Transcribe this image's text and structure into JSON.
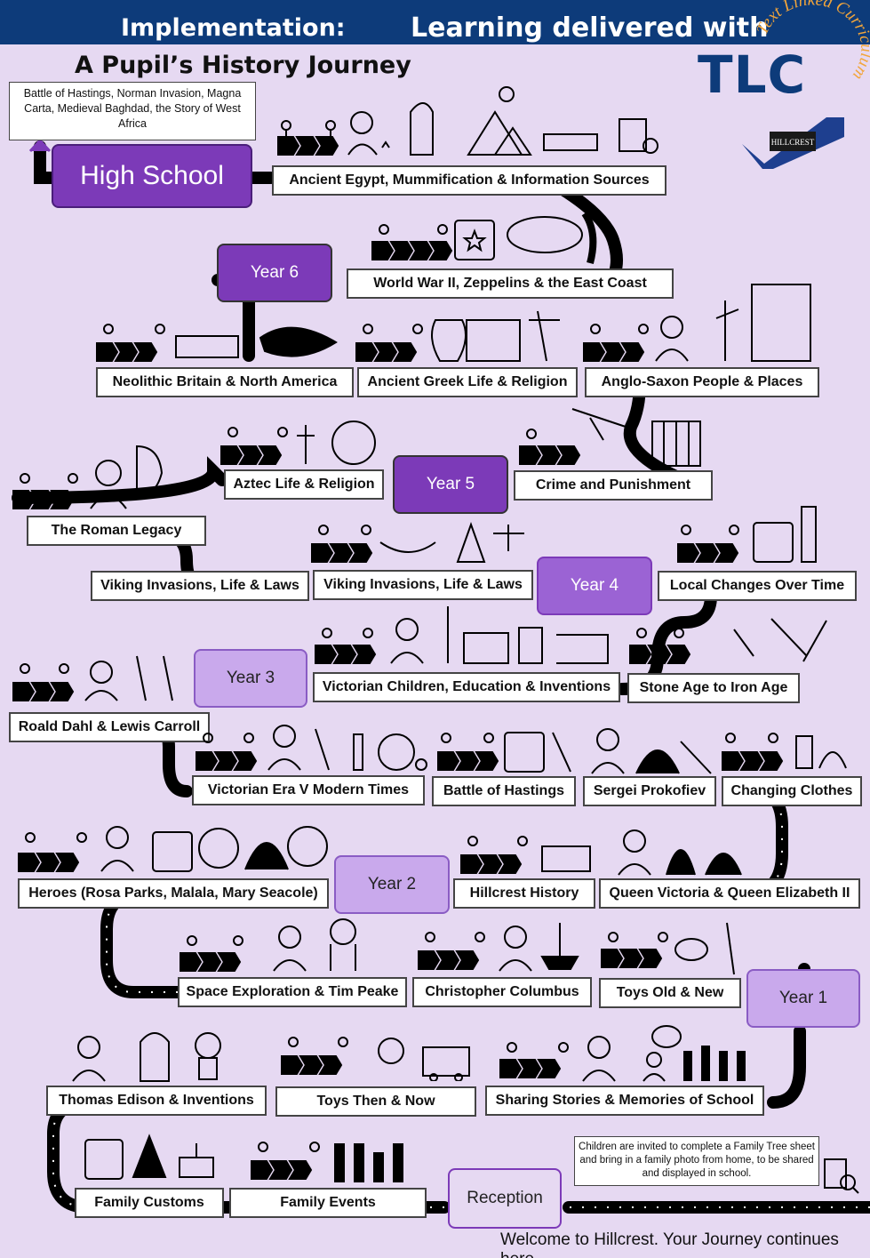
{
  "header": {
    "left_title": "Implementation:",
    "right_title": "Learning delivered with",
    "subtitle": "A Pupil’s History Journey",
    "logo_text": "TLC",
    "logo_ring_text": "Text Linked Curriculum"
  },
  "colors": {
    "header_bg": "#0d3b7a",
    "page_bg": "#e6d9f2",
    "year_purple": "#7c3ab8",
    "road": "#000000"
  },
  "high_school": {
    "label": "High School",
    "note": "Battle of Hastings, Norman Invasion, Magna Carta, Medieval Baghdad, the Story of West Africa"
  },
  "years": {
    "year6": "Year 6",
    "year5": "Year 5",
    "year4": "Year 4",
    "year3": "Year 3",
    "year2": "Year 2",
    "year1": "Year 1",
    "reception": "Reception"
  },
  "topics": {
    "egypt": "Ancient Egypt, Mummification & Information Sources",
    "ww2": "World War II, Zeppelins & the East Coast",
    "neolithic": "Neolithic Britain & North America",
    "greek": "Ancient Greek Life & Religion",
    "anglo": "Anglo-Saxon People & Places",
    "aztec": "Aztec Life & Religion",
    "crime": "Crime and Punishment",
    "roman": "The Roman Legacy",
    "viking1": "Viking Invasions, Life & Laws",
    "viking2": "Viking Invasions, Life & Laws",
    "local": "Local Changes Over Time",
    "victorian_children": "Victorian Children, Education & Inventions",
    "stone": "Stone Age to Iron Age",
    "dahl": "Roald Dahl & Lewis Carroll",
    "victorian_era": "Victorian Era V Modern Times",
    "hastings": "Battle of Hastings",
    "prokofiev": "Sergei Prokofiev",
    "clothes": "Changing Clothes",
    "heroes": "Heroes (Rosa Parks, Malala, Mary Seacole)",
    "hillcrest": "Hillcrest History",
    "queens": "Queen Victoria & Queen Elizabeth II",
    "space": "Space Exploration & Tim Peake",
    "columbus": "Christopher Columbus",
    "toys_old": "Toys Old & New",
    "edison": "Thomas Edison & Inventions",
    "toys_then": "Toys Then & Now",
    "stories": "Sharing Stories & Memories of School",
    "customs": "Family Customs",
    "events": "Family Events"
  },
  "family_note": "Children are invited to complete a Family Tree sheet and bring in a family photo from home, to be shared and displayed in school.",
  "hillcrest_logo": "HILLCREST",
  "welcome": "Welcome to Hillcrest. Your Journey continues here"
}
